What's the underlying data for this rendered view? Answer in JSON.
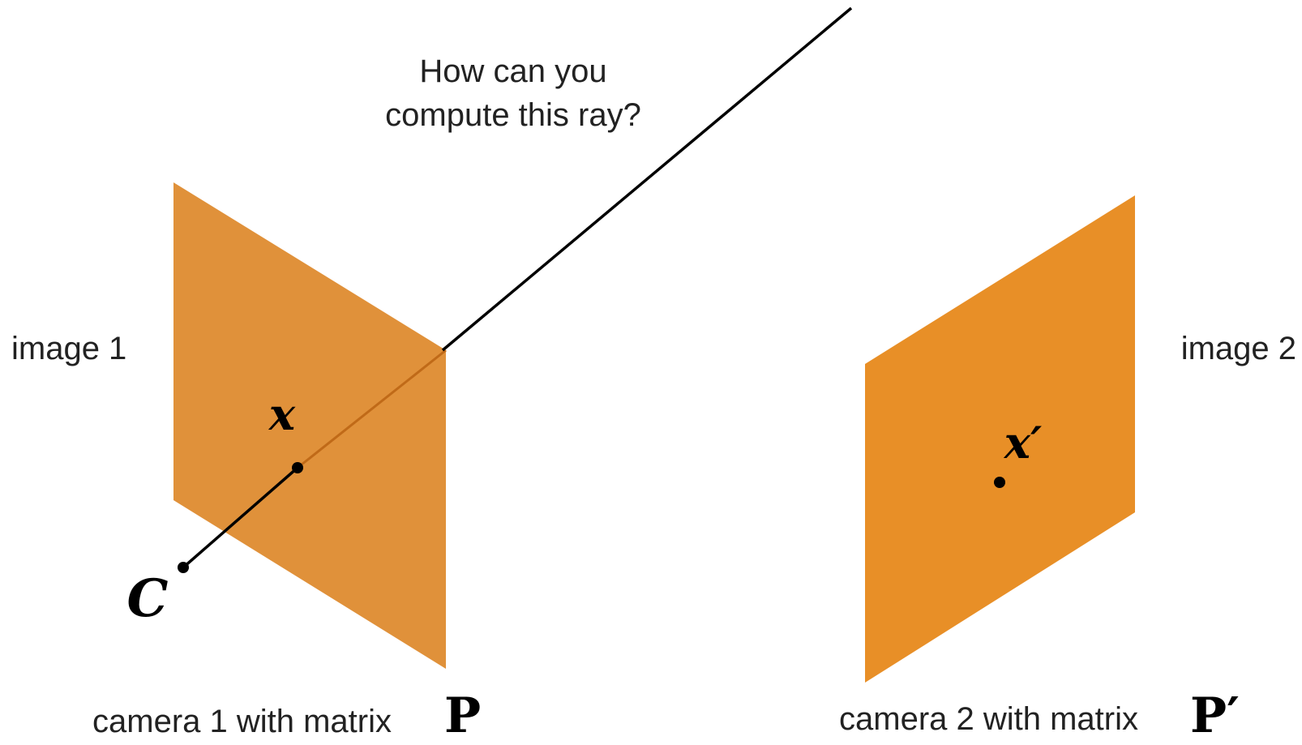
{
  "question": {
    "line1": "How can you",
    "line2": "compute this ray?"
  },
  "image1": {
    "label": "image 1",
    "point_label": "x",
    "center_label": "C"
  },
  "image2": {
    "label": "image 2",
    "point_label": "x′"
  },
  "camera1": {
    "caption": "camera 1 with matrix",
    "matrix_symbol": "P"
  },
  "camera2": {
    "caption": "camera 2 with matrix",
    "matrix_symbol": "P′"
  },
  "colors": {
    "plane1": "#e0913a",
    "plane2": "#e88f27",
    "ray": "#000000",
    "text": "#222222"
  }
}
